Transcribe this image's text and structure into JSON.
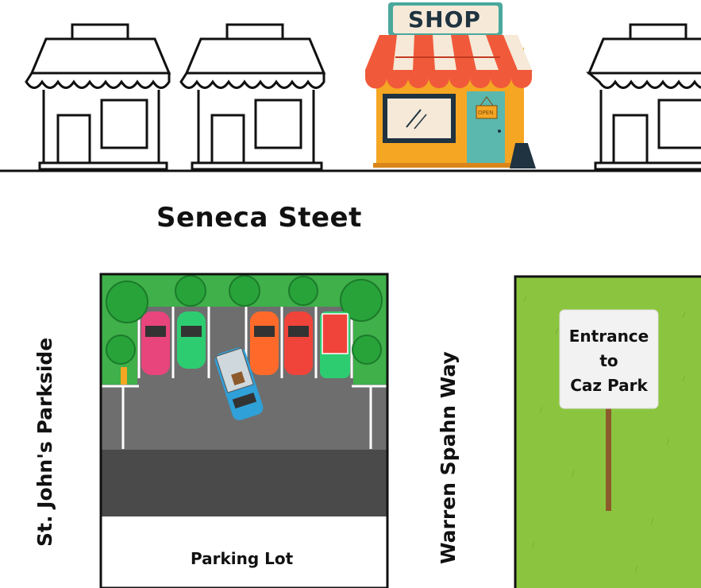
{
  "street_top": "Seneca Steet",
  "street_left": "St. John's Parkside",
  "street_middle": "Warren Spahn Way",
  "shop_sign": "SHOP",
  "door_sign": "OPEN",
  "lot_label": "Parking Lot",
  "park_sign_lines": [
    "Entrance",
    "to",
    "Caz Park"
  ],
  "colors": {
    "grass": "#8bc53f",
    "asphalt": "#6e6e6e",
    "shop_wall": "#f5a623",
    "awning_red": "#f05a3a",
    "car_pink": "#e8457c",
    "car_green": "#2ecc71",
    "car_orange": "#ff6a2a",
    "car_red": "#f0443a",
    "car_blue": "#2fa0d8"
  }
}
